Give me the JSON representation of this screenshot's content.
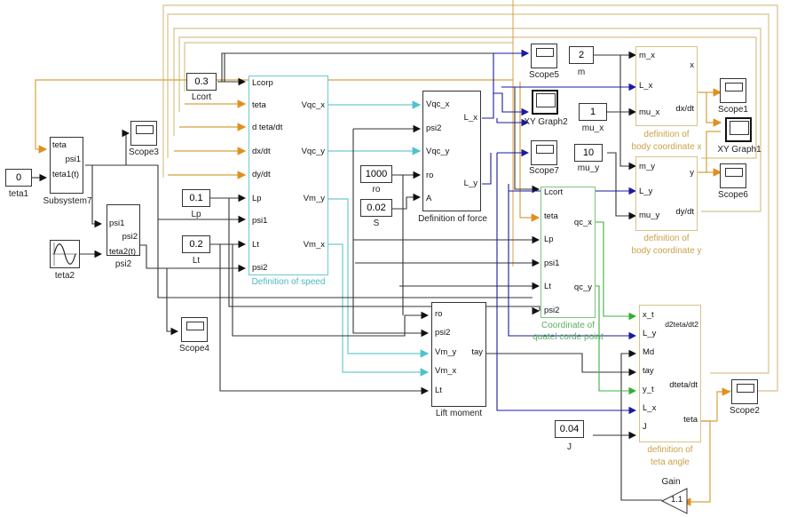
{
  "constants": {
    "teta1": {
      "value": "0",
      "label": "teta1"
    },
    "lcort": {
      "value": "0.3",
      "label": "Lcort"
    },
    "lp": {
      "value": "0.1",
      "label": "Lp"
    },
    "lt": {
      "value": "0.2",
      "label": "Lt"
    },
    "ro": {
      "value": "1000",
      "label": "ro"
    },
    "s": {
      "value": "0.02",
      "label": "S"
    },
    "m": {
      "value": "2",
      "label": "m"
    },
    "mu_x": {
      "value": "1",
      "label": "mu_x"
    },
    "mu_y": {
      "value": "10",
      "label": "mu_y"
    },
    "j": {
      "value": "0.04",
      "label": "J"
    }
  },
  "sources": {
    "teta2": {
      "label": "teta2",
      "icon": "sine-wave-icon"
    }
  },
  "gain": {
    "value": "1.1",
    "label": "Gain"
  },
  "scopes": [
    "Scope1",
    "Scope2",
    "Scope3",
    "Scope4",
    "Scope5",
    "Scope6",
    "Scope7"
  ],
  "xy_graphs": [
    "XY Graph1",
    "XY Graph2"
  ],
  "blocks": {
    "subsystem7": {
      "label": "Subsystem7",
      "inputs": [
        "teta",
        "teta1(t)"
      ],
      "outputs": [
        "psi1"
      ]
    },
    "psi2": {
      "label": "psi2",
      "inputs": [
        "psi1",
        "teta2(t)"
      ],
      "outputs": [
        "psi2"
      ]
    },
    "speed": {
      "label": "Definition of speed",
      "inputs": [
        "Lcorp",
        "teta",
        "d teta/dt",
        "dx/dt",
        "dy/dt",
        "Lp",
        "psi1",
        "Lt",
        "psi2"
      ],
      "outputs": [
        "Vqc_x",
        "Vqc_y",
        "Vm_y",
        "Vm_x"
      ]
    },
    "force": {
      "label": "Definition of force",
      "inputs": [
        "Vqc_x",
        "psi2",
        "Vqc_y",
        "ro",
        "A"
      ],
      "outputs": [
        "L_x",
        "L_y"
      ]
    },
    "lift": {
      "label": "Lift moment",
      "inputs": [
        "ro",
        "psi2",
        "Vm_y",
        "Vm_x",
        "Lt"
      ],
      "outputs": [
        "tay"
      ]
    },
    "quarter": {
      "label_line1": "Coordinate of",
      "label_line2": "quatel corde point",
      "inputs": [
        "Lcort",
        "teta",
        "Lp",
        "psi1",
        "Lt",
        "psi2"
      ],
      "outputs": [
        "qc_x",
        "qc_y"
      ]
    },
    "body_x": {
      "label_line1": "definition of",
      "label_line2": "body coordinate x",
      "inputs": [
        "m_x",
        "L_x",
        "mu_x"
      ],
      "outputs": [
        "x",
        "dx/dt"
      ]
    },
    "body_y": {
      "label_line1": "definition of",
      "label_line2": "body coordinate y",
      "inputs": [
        "m_y",
        "L_y",
        "mu_y"
      ],
      "outputs": [
        "y",
        "dy/dt"
      ]
    },
    "teta_angle": {
      "label_line1": "definition of",
      "label_line2": "teta angle",
      "inputs": [
        "x_t",
        "L_y",
        "Md",
        "tay",
        "y_t",
        "L_x",
        "J"
      ],
      "outputs": [
        "d2teta/dt2",
        "dteta/dt",
        "teta"
      ]
    }
  },
  "colors": {
    "black_wire": "#333333",
    "orange_wire": "#d8a040",
    "cyan_wire": "#6cc9cf",
    "blue_wire": "#1a1aa0",
    "green_wire": "#3cb03c",
    "tan_outline": "#d8c28a"
  }
}
